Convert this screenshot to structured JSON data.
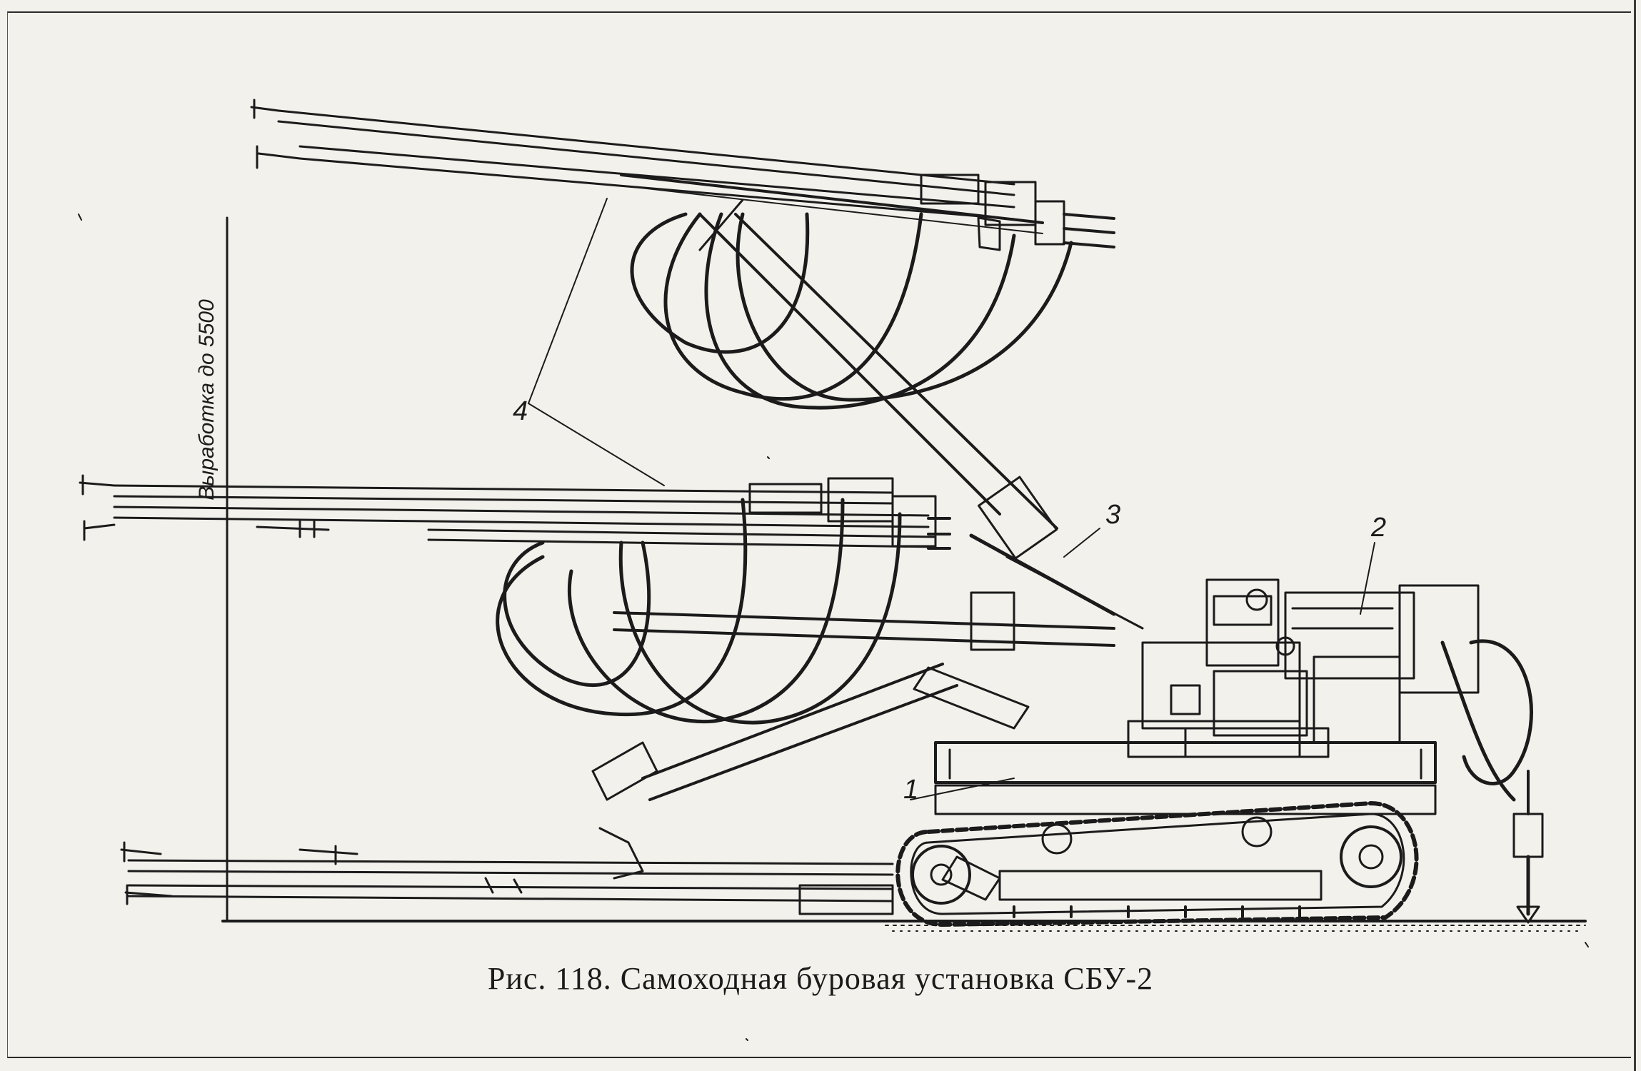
{
  "caption": "Рис. 118. Самоходная буровая установка СБУ-2",
  "dimension_label": "Выработка до 5500",
  "callouts": {
    "one": "1",
    "two": "2",
    "three": "3",
    "four": "4"
  },
  "colors": {
    "ink": "#1b1b1b",
    "paper": "#f3f1ec"
  }
}
